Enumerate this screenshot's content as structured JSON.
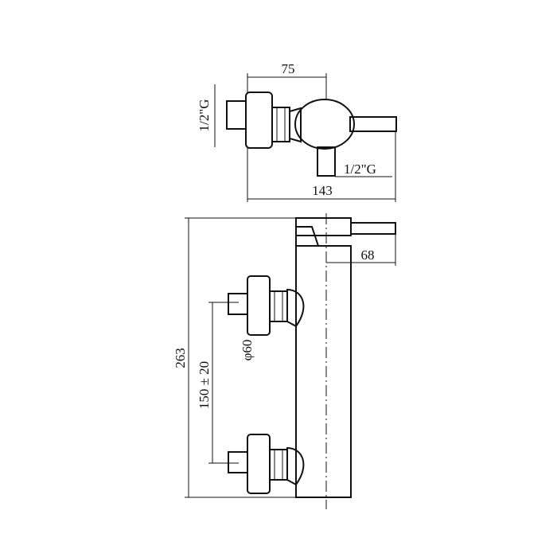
{
  "dimensions": {
    "top_width": "75",
    "inlet_left": "1/2\"G",
    "inlet_bottom": "1/2\"G",
    "total_depth": "143",
    "body_offset": "68",
    "height": "263",
    "center_distance": "150 ± 20",
    "rosette_diameter": "φ60"
  }
}
